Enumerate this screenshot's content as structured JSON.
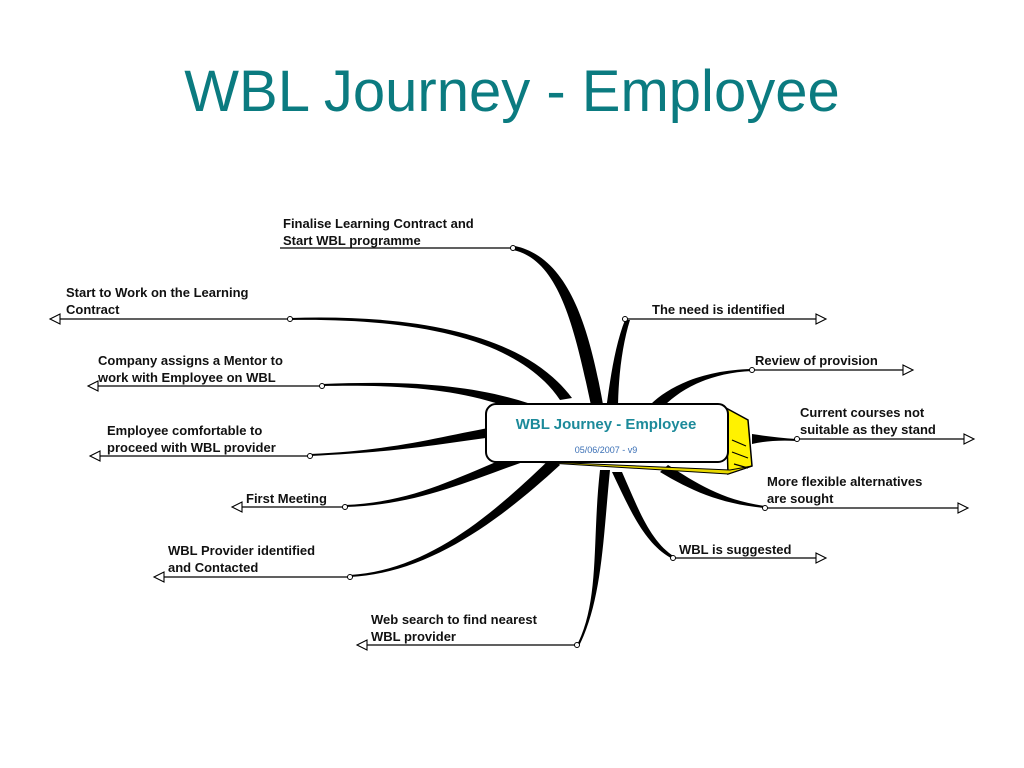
{
  "slide": {
    "title": "WBL Journey - Employee"
  },
  "central": {
    "title": "WBL Journey - Employee",
    "subtitle": "05/06/2007 - v9",
    "fill_color": "#fff200",
    "border_color": "#000000",
    "text_color": "#1c8a9a",
    "sub_color": "#3a6fb5"
  },
  "branches_left": [
    {
      "line1": "Finalise Learning Contract and",
      "line2": "Start WBL programme"
    },
    {
      "line1": "Start to Work on the Learning",
      "line2": "Contract"
    },
    {
      "line1": "Company assigns a Mentor to",
      "line2": "work with Employee on WBL"
    },
    {
      "line1": "Employee comfortable to",
      "line2": "proceed with WBL provider"
    },
    {
      "line1": "First Meeting",
      "line2": ""
    },
    {
      "line1": "WBL Provider identified",
      "line2": "and Contacted"
    },
    {
      "line1": "Web search to find nearest",
      "line2": "WBL provider"
    }
  ],
  "branches_right": [
    {
      "line1": "The need is identified",
      "line2": ""
    },
    {
      "line1": "Review of provision",
      "line2": ""
    },
    {
      "line1": "Current courses not",
      "line2": "suitable as they stand"
    },
    {
      "line1": "More flexible alternatives",
      "line2": "are sought"
    },
    {
      "line1": "WBL is suggested",
      "line2": ""
    }
  ],
  "colors": {
    "title": "#0b7b80",
    "connector": "#000000",
    "label_text": "#111111"
  }
}
